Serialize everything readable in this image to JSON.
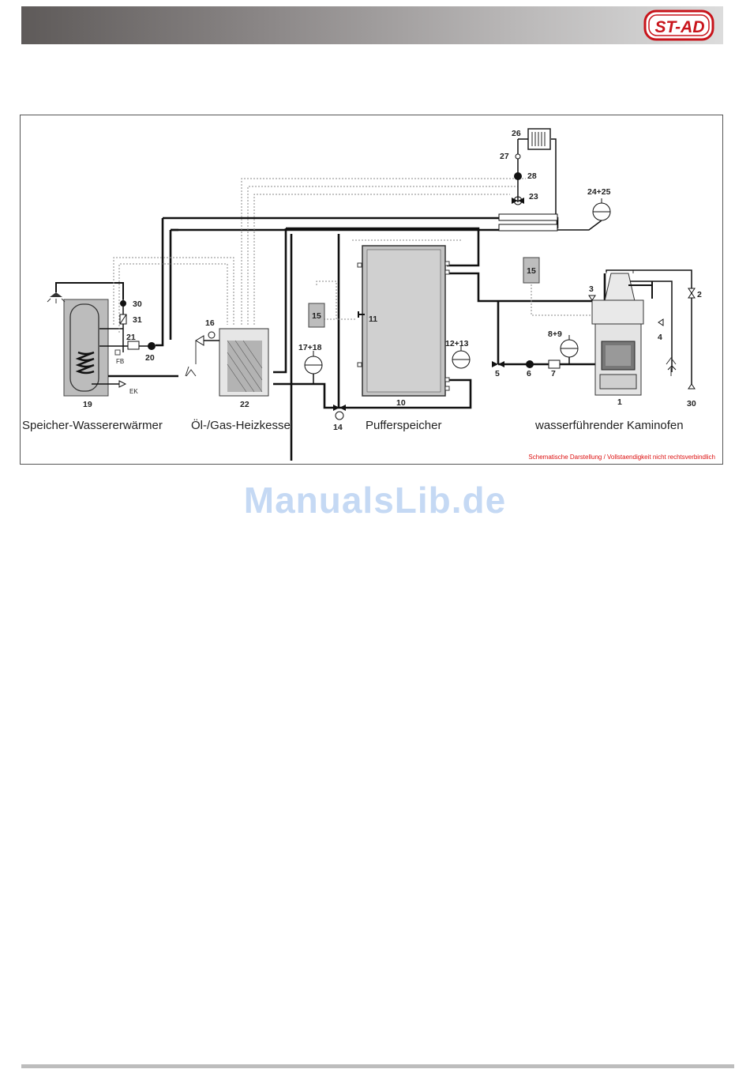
{
  "header": {
    "logo_text": "ST-AD"
  },
  "diagram": {
    "captions": {
      "storage_heater": "Speicher-Wassererwärmer",
      "boiler": "Öl-/Gas-Heizkessel",
      "buffer": "Pufferspeicher",
      "stove": "wasserführender Kaminofen"
    },
    "note": "Schematische Darstellung / Vollstaendigkeit nicht rechtsverbindlich",
    "labels": {
      "n1": "1",
      "n2": "2",
      "n3": "3",
      "n4": "4",
      "n5": "5",
      "n6": "6",
      "n7": "7",
      "n8_9": "8+9",
      "n10": "10",
      "n11": "11",
      "n12_13": "12+13",
      "n14": "14",
      "n15a": "15",
      "n15b": "15",
      "n16": "16",
      "n17_18": "17+18",
      "n19": "19",
      "n20": "20",
      "n21": "21",
      "n22": "22",
      "n23": "23",
      "n24_25": "24+25",
      "n26": "26",
      "n27": "27",
      "n28": "28",
      "n30a": "30",
      "n30b": "30",
      "n31": "31",
      "fb": "FB",
      "ek": "EK"
    }
  },
  "watermark": "ManualsLib.de"
}
